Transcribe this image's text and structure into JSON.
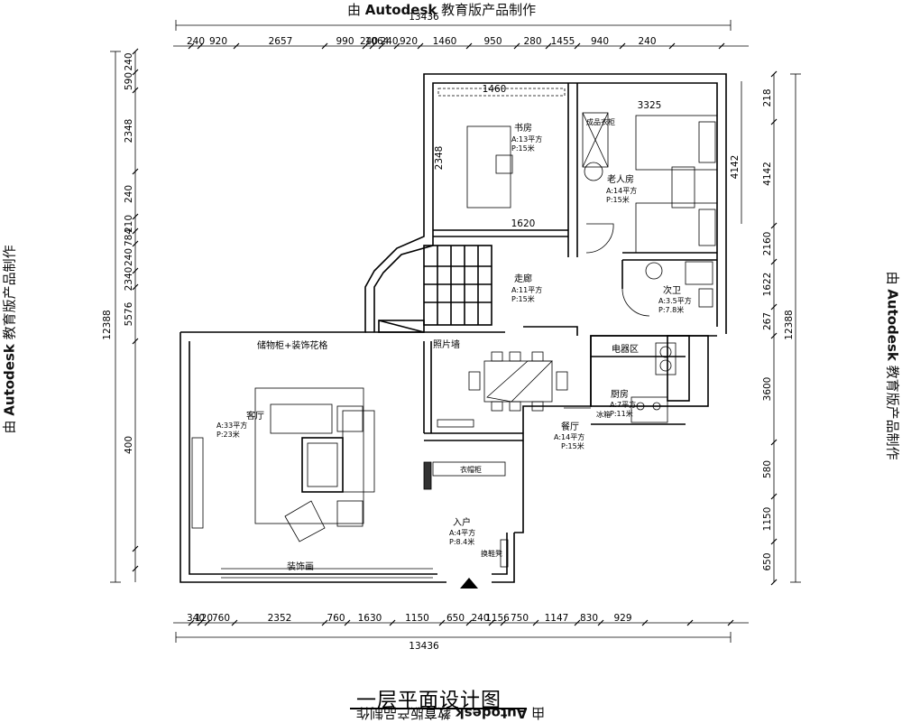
{
  "watermark": {
    "prefix": "由 ",
    "brand": "Autodesk",
    "suffix": " 教育版产品制作"
  },
  "title": "一层平面设计图",
  "dimensions": {
    "top_total": "13436",
    "top": [
      "240",
      "920",
      "2657",
      "990",
      "240",
      "1064",
      "240",
      "920",
      "1460",
      "950",
      "280",
      "1455",
      "940",
      "240"
    ],
    "bottom_total": "13436",
    "bottom": [
      "340",
      "120",
      "760",
      "2352",
      "760",
      "1630",
      "1150",
      "650",
      "240",
      "1156",
      "750",
      "1147",
      "830",
      "929"
    ],
    "left_total": "12388",
    "left": [
      "240",
      "590",
      "2348",
      "240",
      "210",
      "784",
      "240",
      "2340",
      "5576",
      "400"
    ],
    "right_total": "12388",
    "right": [
      "218",
      "4142",
      "2160",
      "1622",
      "267",
      "3600",
      "580",
      "1150",
      "650"
    ],
    "interior": {
      "study_w": "1460",
      "study_h": "2348",
      "study_b": "1620",
      "elder_w": "3325",
      "elder_h": "4142"
    }
  },
  "rooms": {
    "study": {
      "name": "书房",
      "area": "A:13平方",
      "p": "P:15米"
    },
    "elder": {
      "name": "老人房",
      "area": "A:14平方",
      "p": "P:15米"
    },
    "corridor": {
      "name": "走廊",
      "area": "A:11平方",
      "p": "P:15米"
    },
    "bath": {
      "name": "次卫",
      "area": "A:3.5平方",
      "p": "P:7.8米"
    },
    "living": {
      "name": "客厅",
      "area": "A:33平方",
      "p": "P:23米"
    },
    "dining": {
      "name": "餐厅",
      "area": "A:14平方",
      "p": "P:15米"
    },
    "kitchen": {
      "name": "厨房",
      "area": "A:7平方",
      "p": "P:11米"
    },
    "entry": {
      "name": "入户",
      "area": "A:4平方",
      "p": "P:8.4米"
    }
  },
  "labels": {
    "wardrobe_elder": "成品衣柜",
    "storage": "储物柜+装饰花格",
    "photo_wall": "照片墙",
    "appliance": "电器区",
    "deco_wall": "装饰画",
    "shoe": "换鞋凳",
    "coat": "衣帽柜",
    "fridge": "冰箱"
  }
}
